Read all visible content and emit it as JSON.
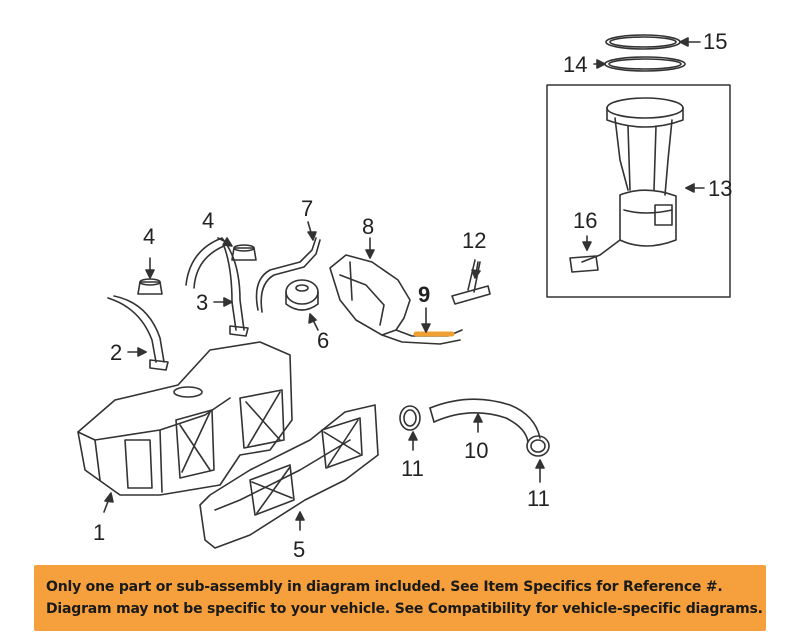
{
  "diagram": {
    "callouts": {
      "c1": "1",
      "c2": "2",
      "c3": "3",
      "c4a": "4",
      "c4b": "4",
      "c5": "5",
      "c6": "6",
      "c7": "7",
      "c8": "8",
      "c9": "9",
      "c10": "10",
      "c11a": "11",
      "c11b": "11",
      "c12": "12",
      "c13": "13",
      "c14": "14",
      "c15": "15",
      "c16": "16"
    },
    "highlight_color": "#f0a030"
  },
  "banner": {
    "line1": "Only one part or sub-assembly in diagram included. See Item Specifics for Reference #.",
    "line2": "Diagram may not be specific to your vehicle. See Compatibility for vehicle-specific diagrams.",
    "background": "#f5a03c"
  }
}
